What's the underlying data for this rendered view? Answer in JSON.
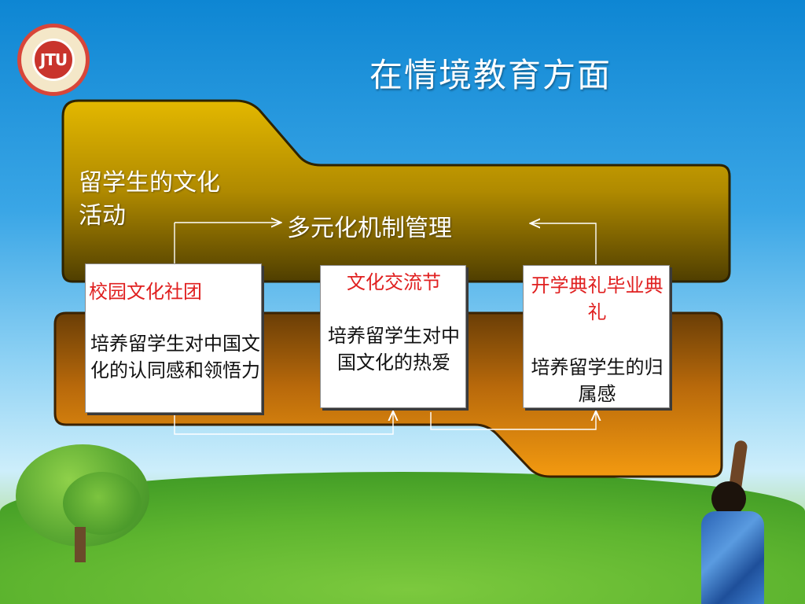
{
  "title": "在情境教育方面",
  "logo": {
    "mark": "JTU"
  },
  "diagram": {
    "main_label": "留学生的文化活动",
    "center_label": "多元化机制管理",
    "cards": [
      {
        "heading": "校园文化社团",
        "body": "培养留学生对中国文化的认同感和领悟力"
      },
      {
        "heading": "文化交流节",
        "body": "培养留学生对中国文化的热爱"
      },
      {
        "heading": "开学典礼毕业典礼",
        "body": "培养留学生的归属感"
      }
    ]
  },
  "colors": {
    "top_panel": "#c9a000",
    "bottom_panel": "#d7820a",
    "card_heading": "#e02020",
    "title_text": "#ffffff"
  }
}
